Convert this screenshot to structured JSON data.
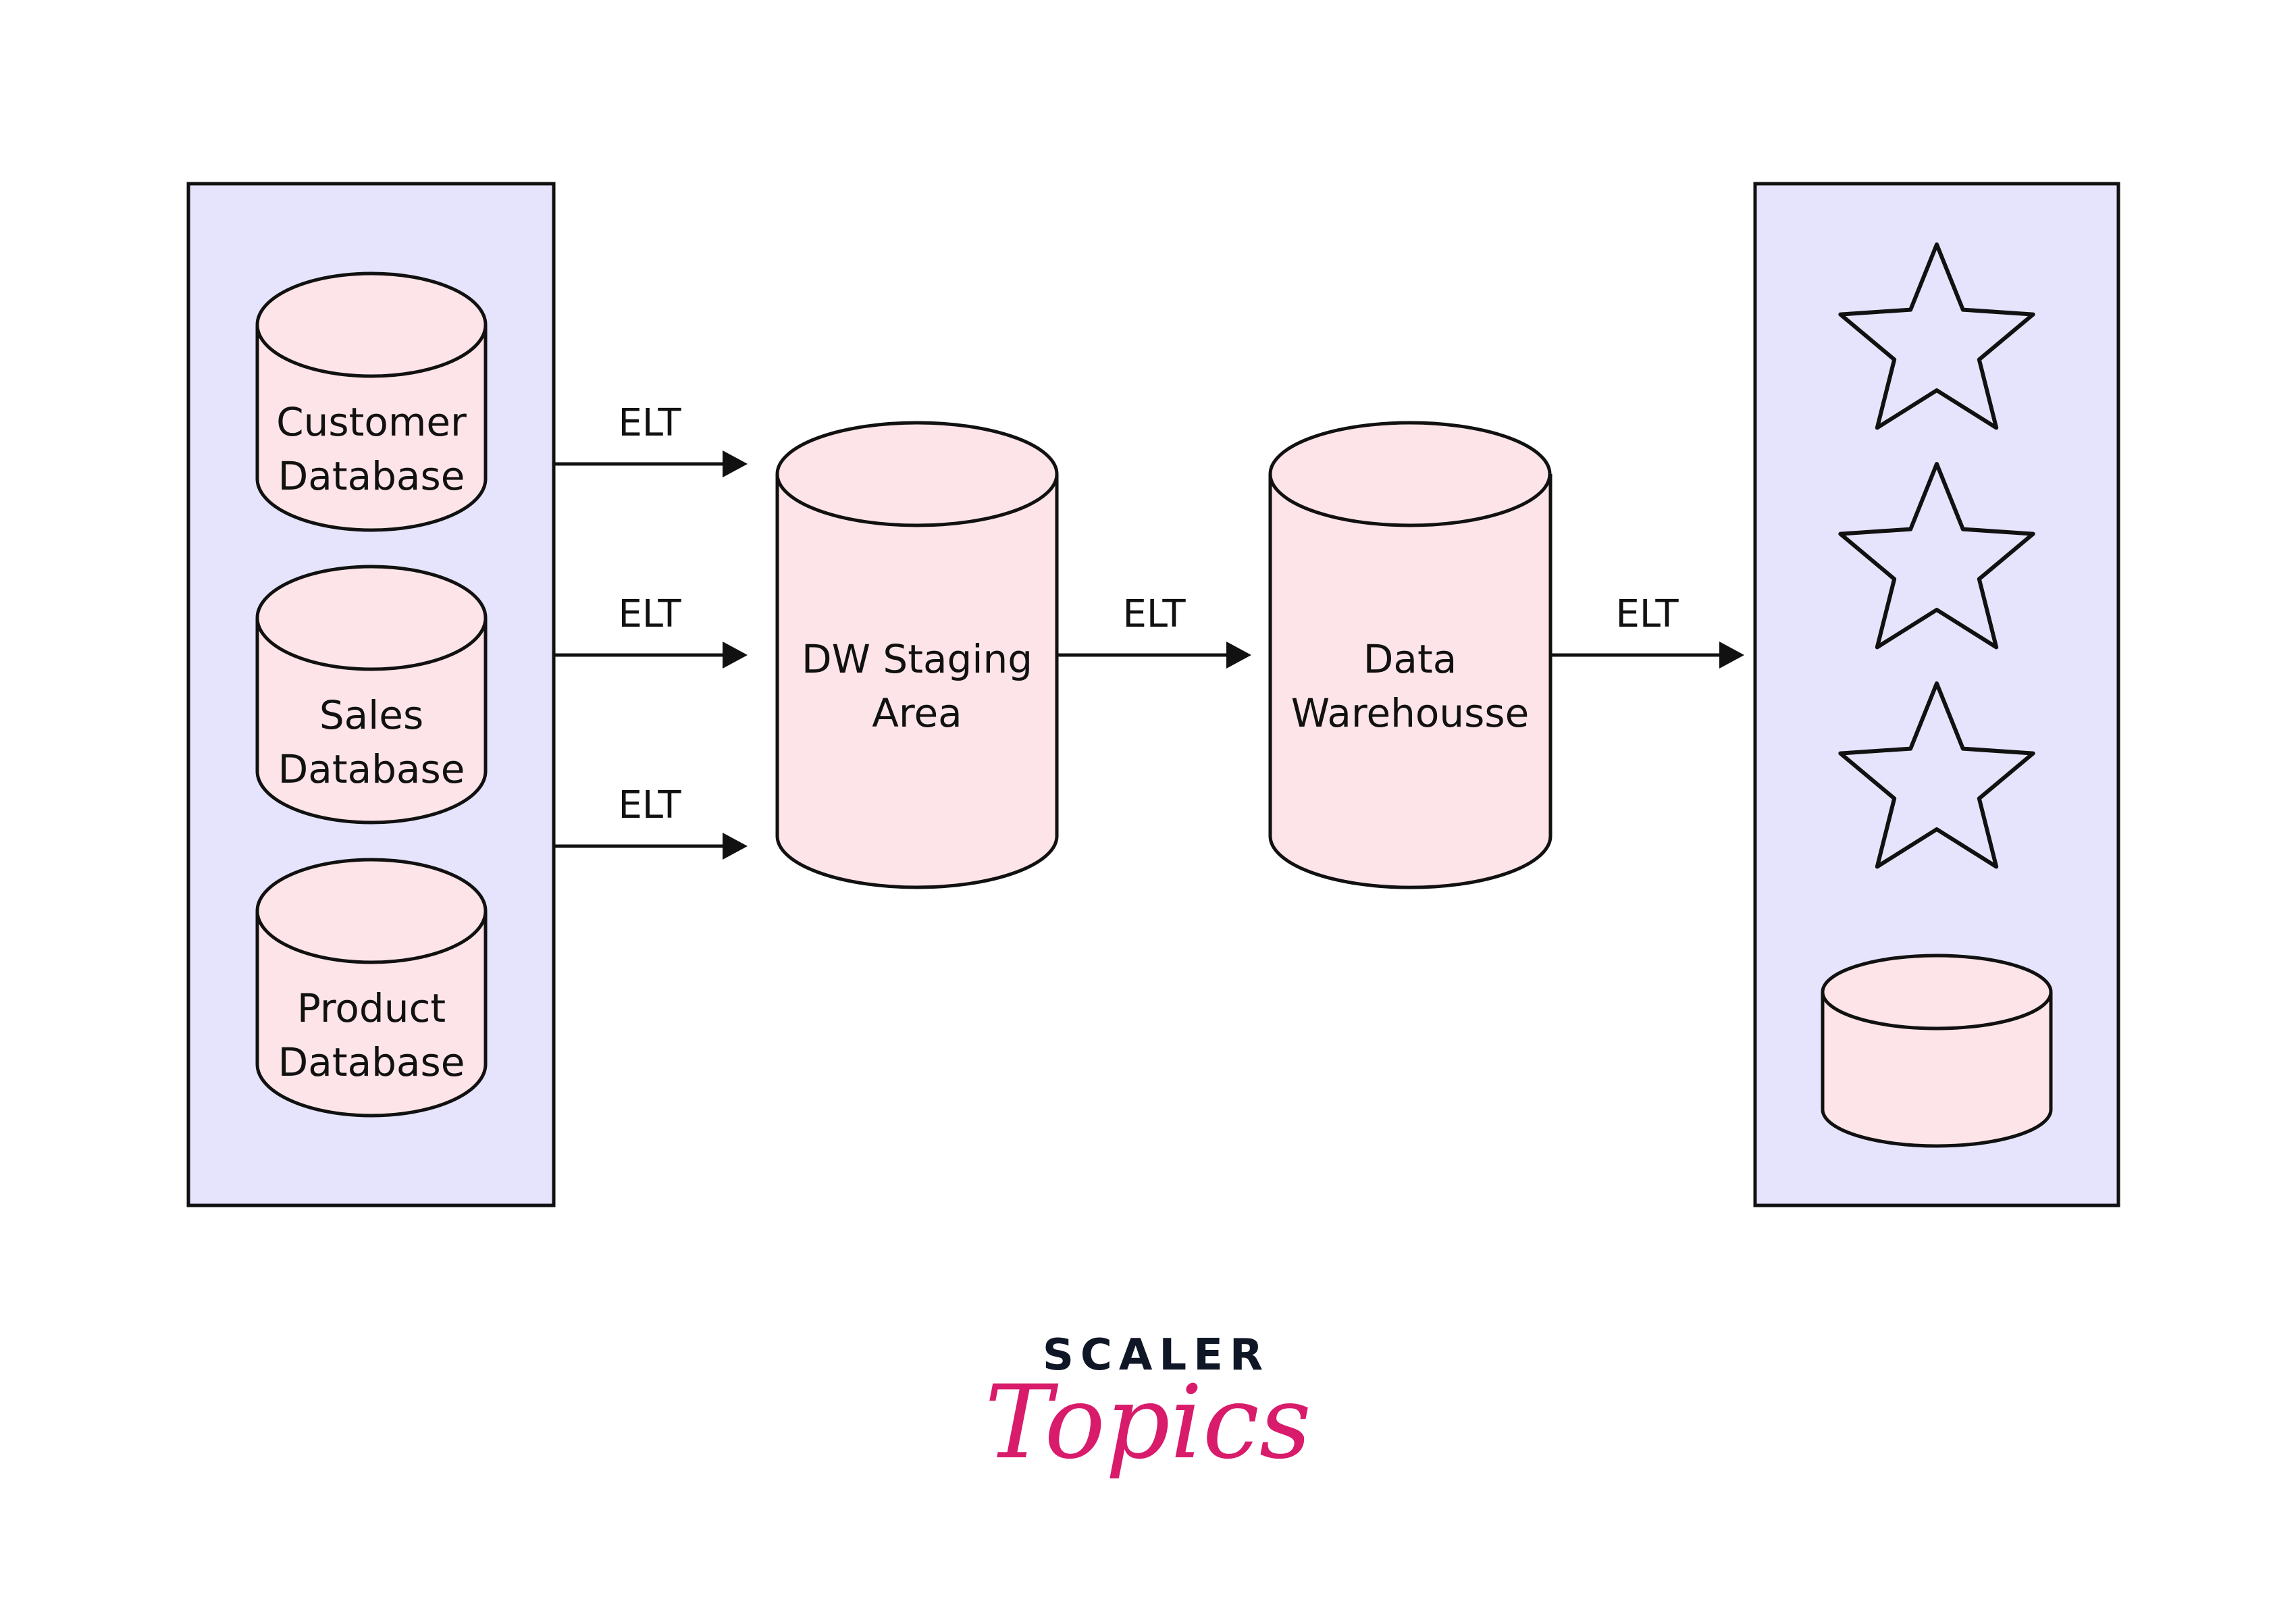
{
  "diagram": {
    "title": "ELT data flow to data warehouse",
    "sources": [
      {
        "label_lines": [
          "Customer",
          "Database"
        ]
      },
      {
        "label_lines": [
          "Sales",
          "Database"
        ]
      },
      {
        "label_lines": [
          "Product",
          "Database"
        ]
      }
    ],
    "staging": {
      "label_lines": [
        "DW Staging",
        "Area"
      ]
    },
    "warehouse": {
      "label_lines": [
        "Data",
        "Warehousse"
      ]
    },
    "edges": [
      {
        "from": "Customer Database",
        "to": "DW Staging Area",
        "label": "ELT"
      },
      {
        "from": "Sales Database",
        "to": "DW Staging Area",
        "label": "ELT"
      },
      {
        "from": "Product Database",
        "to": "DW Staging Area",
        "label": "ELT"
      },
      {
        "from": "DW Staging Area",
        "to": "Data Warehousse",
        "label": "ELT"
      },
      {
        "from": "Data Warehousse",
        "to": "Outputs",
        "label": "ELT"
      }
    ],
    "outputs": {
      "stars": 3,
      "database_icons": 1
    },
    "colors": {
      "panel_fill": "#e6e4fc",
      "cylinder_fill": "#fde4e8",
      "stroke": "#111111"
    }
  },
  "logo": {
    "top": "SCALER",
    "bottom": "Topics",
    "top_color": "#0f1626",
    "bottom_color": "#d81b6a"
  }
}
